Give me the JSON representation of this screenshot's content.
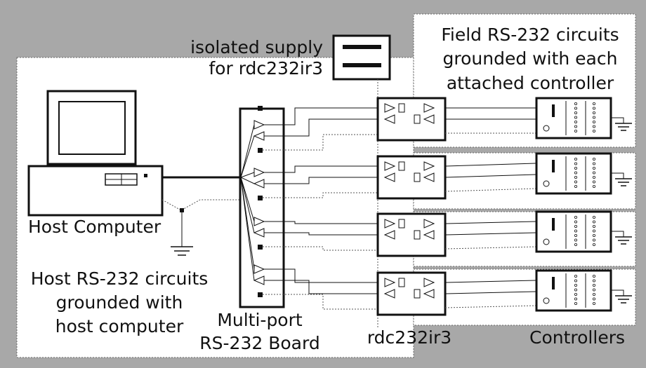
{
  "labels": {
    "isolated_supply_1": "isolated supply",
    "isolated_supply_2": "for rdc232ir3",
    "field_1": "Field RS-232 circuits",
    "field_2": "grounded with each",
    "field_3": "attached controller",
    "host_computer": "Host Computer",
    "host_circuits_1": "Host RS-232 circuits",
    "host_circuits_2": "grounded with",
    "host_circuits_3": "host computer",
    "board_1": "Multi-port",
    "board_2": "RS-232 Board",
    "rdc": "rdc232ir3",
    "controllers": "Controllers"
  },
  "colors": {
    "background": "#a8a8a8",
    "panel": "#ffffff",
    "ink": "#111111",
    "dotted": "#555555"
  },
  "icons": [
    "computer-icon",
    "ground-icon",
    "driver-triangle-icon",
    "controller-icon",
    "power-supply-icon"
  ],
  "channels": 4
}
